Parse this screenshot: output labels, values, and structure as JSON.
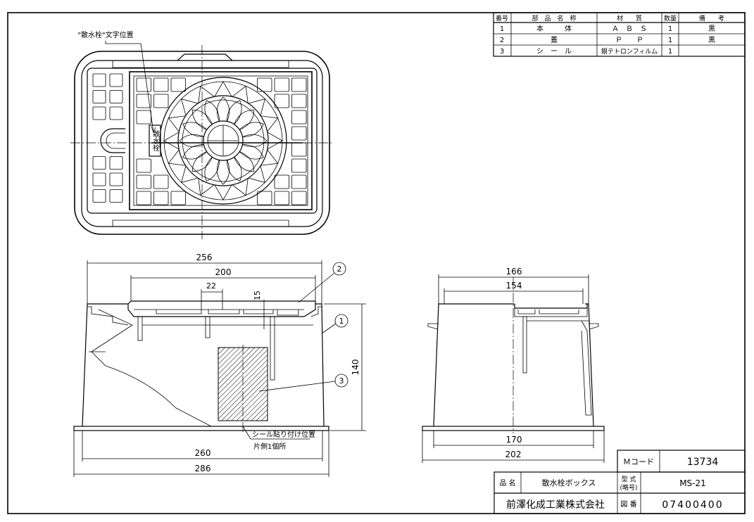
{
  "parts_table": {
    "headers": [
      "番号",
      "部　品　名　称",
      "材　　質",
      "数量",
      "備　　考"
    ],
    "rows": [
      [
        "1",
        "本　　　体",
        "Ａ　Ｂ　Ｓ",
        "1",
        "黒"
      ],
      [
        "2",
        "蓋",
        "Ｐ　　Ｐ",
        "1",
        "黒"
      ],
      [
        "3",
        "シ　ー　ル",
        "銀テトロンフィルム",
        "1",
        ""
      ]
    ]
  },
  "top_view": {
    "label_position": "\"散水栓\"文字位置",
    "lid_text": "散水栓"
  },
  "front_view": {
    "dims": {
      "d256": "256",
      "d200": "200",
      "d22": "22",
      "d15": "15",
      "d140": "140",
      "d260": "260",
      "d286": "286"
    },
    "balloons": [
      "1",
      "2",
      "3"
    ],
    "seal_note_1": "シール貼り付け位置",
    "seal_note_2": "片側1個所"
  },
  "side_view": {
    "dims": {
      "d166": "166",
      "d154": "154",
      "d170": "170",
      "d202": "202"
    }
  },
  "title_block": {
    "mcode_label": "Ｍコード",
    "mcode_value": "13734",
    "name_label": "品 名",
    "name_value": "散水栓ボックス",
    "model_label_1": "型 式",
    "model_label_2": "(略号)",
    "model_value": "MS-21",
    "company": "前澤化成工業株式会社",
    "drawing_label": "図 番",
    "drawing_value": "07400400"
  }
}
